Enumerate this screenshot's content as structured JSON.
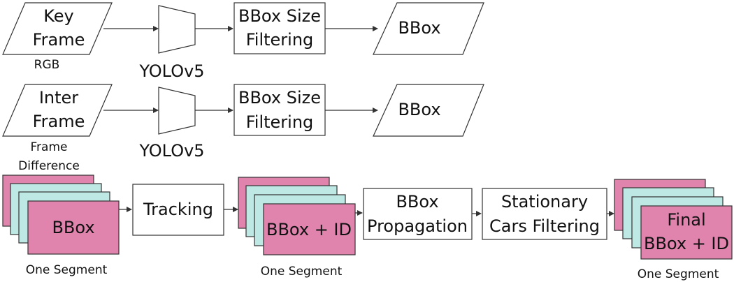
{
  "row1": {
    "input_line1": "Key",
    "input_line2": "Frame",
    "input_caption": "RGB",
    "model_label": "YOLOv5",
    "filter_line1": "BBox Size",
    "filter_line2": "Filtering",
    "output_label": "BBox"
  },
  "row2": {
    "input_line1": "Inter",
    "input_line2": "Frame",
    "caption_line1": "Frame",
    "caption_line2": "Difference",
    "model_label": "YOLOv5",
    "filter_line1": "BBox Size",
    "filter_line2": "Filtering",
    "output_label": "BBox"
  },
  "row3": {
    "segment1_label": "BBox",
    "segment1_caption": "One Segment",
    "tracking_label": "Tracking",
    "segment2_label": "BBox + ID",
    "segment2_caption": "One Segment",
    "propagation_line1": "BBox",
    "propagation_line2": "Propagation",
    "stationary_line1": "Stationary",
    "stationary_line2": "Cars Filtering",
    "final_line1": "Final",
    "final_line2": "BBox + ID",
    "final_caption": "One Segment"
  },
  "colors": {
    "pink": "#e084ae",
    "teal": "#bde8e4",
    "stroke": "#333333"
  }
}
